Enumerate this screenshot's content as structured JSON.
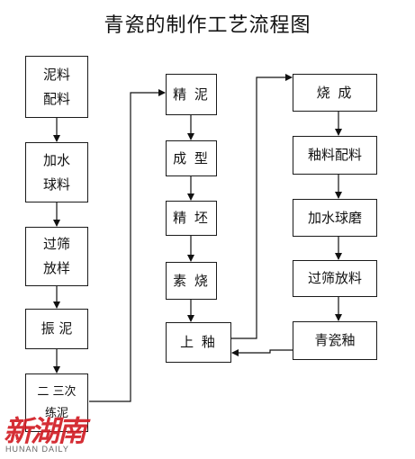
{
  "title": "青瓷的制作工艺流程图",
  "steps": {
    "c1": [
      "泥料\n配料",
      "加水\n球料",
      "过筛\n放样",
      "振 泥",
      "二 三次\n练泥"
    ],
    "c2": [
      "精 泥",
      "成 型",
      "精 坯",
      "素 烧",
      "上 釉"
    ],
    "c3": [
      "烧 成",
      "釉料配料",
      "加水球磨",
      "过筛放料",
      "青瓷釉"
    ]
  },
  "watermark": {
    "logo_text": "新湖南",
    "sub_text": "HUNAN DAILY"
  }
}
